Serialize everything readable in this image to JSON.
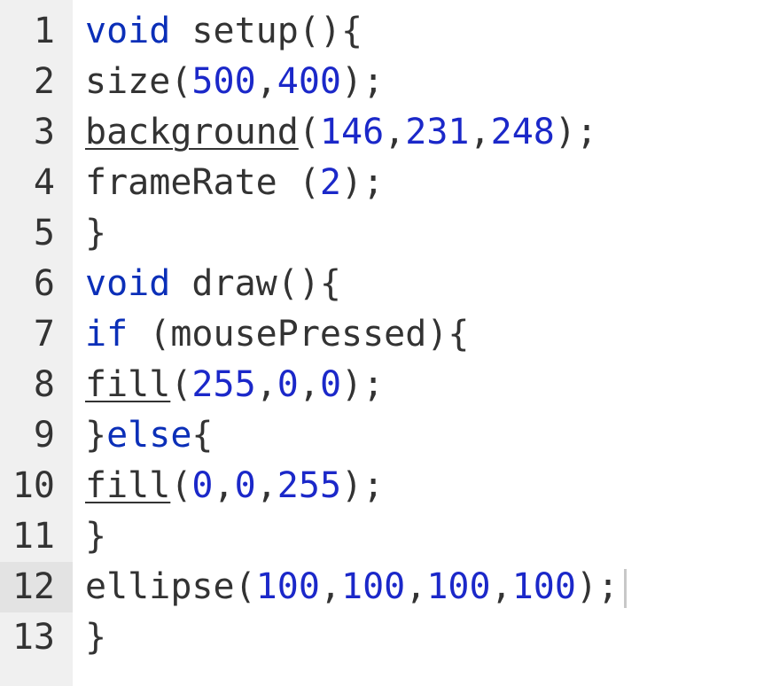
{
  "editor": {
    "lines": [
      {
        "num": "1",
        "tokens": [
          {
            "t": "void",
            "c": "kw"
          },
          {
            "t": " setup(){",
            "c": "plain"
          }
        ]
      },
      {
        "num": "2",
        "tokens": [
          {
            "t": "size(",
            "c": "plain"
          },
          {
            "t": "500",
            "c": "num"
          },
          {
            "t": ",",
            "c": "plain"
          },
          {
            "t": "400",
            "c": "num"
          },
          {
            "t": ");",
            "c": "plain"
          }
        ]
      },
      {
        "num": "3",
        "tokens": [
          {
            "t": "background",
            "c": "fn-link"
          },
          {
            "t": "(",
            "c": "plain"
          },
          {
            "t": "146",
            "c": "num"
          },
          {
            "t": ",",
            "c": "plain"
          },
          {
            "t": "231",
            "c": "num"
          },
          {
            "t": ",",
            "c": "plain"
          },
          {
            "t": "248",
            "c": "num"
          },
          {
            "t": ");",
            "c": "plain"
          }
        ]
      },
      {
        "num": "4",
        "tokens": [
          {
            "t": "frameRate (",
            "c": "plain"
          },
          {
            "t": "2",
            "c": "num"
          },
          {
            "t": ");",
            "c": "plain"
          }
        ]
      },
      {
        "num": "5",
        "tokens": [
          {
            "t": "}",
            "c": "plain"
          }
        ]
      },
      {
        "num": "6",
        "tokens": [
          {
            "t": "void",
            "c": "kw"
          },
          {
            "t": " draw(){",
            "c": "plain"
          }
        ]
      },
      {
        "num": "7",
        "tokens": [
          {
            "t": "if",
            "c": "kw"
          },
          {
            "t": " (mousePressed){",
            "c": "plain"
          }
        ]
      },
      {
        "num": "8",
        "tokens": [
          {
            "t": "fill",
            "c": "fn-link"
          },
          {
            "t": "(",
            "c": "plain"
          },
          {
            "t": "255",
            "c": "num"
          },
          {
            "t": ",",
            "c": "plain"
          },
          {
            "t": "0",
            "c": "num"
          },
          {
            "t": ",",
            "c": "plain"
          },
          {
            "t": "0",
            "c": "num"
          },
          {
            "t": ");",
            "c": "plain"
          }
        ]
      },
      {
        "num": "9",
        "tokens": [
          {
            "t": "}",
            "c": "plain"
          },
          {
            "t": "else",
            "c": "kw"
          },
          {
            "t": "{",
            "c": "plain"
          }
        ]
      },
      {
        "num": "10",
        "tokens": [
          {
            "t": "fill",
            "c": "fn-link"
          },
          {
            "t": "(",
            "c": "plain"
          },
          {
            "t": "0",
            "c": "num"
          },
          {
            "t": ",",
            "c": "plain"
          },
          {
            "t": "0",
            "c": "num"
          },
          {
            "t": ",",
            "c": "plain"
          },
          {
            "t": "255",
            "c": "num"
          },
          {
            "t": ");",
            "c": "plain"
          }
        ]
      },
      {
        "num": "11",
        "tokens": [
          {
            "t": "}",
            "c": "plain"
          }
        ]
      },
      {
        "num": "12",
        "active": true,
        "caret": true,
        "tokens": [
          {
            "t": "ellipse(",
            "c": "plain"
          },
          {
            "t": "100",
            "c": "num"
          },
          {
            "t": ",",
            "c": "plain"
          },
          {
            "t": "100",
            "c": "num"
          },
          {
            "t": ",",
            "c": "plain"
          },
          {
            "t": "100",
            "c": "num"
          },
          {
            "t": ",",
            "c": "plain"
          },
          {
            "t": "100",
            "c": "num"
          },
          {
            "t": ");",
            "c": "plain"
          }
        ]
      },
      {
        "num": "13",
        "tokens": [
          {
            "t": "}",
            "c": "plain"
          }
        ]
      }
    ]
  },
  "colors": {
    "keyword": "#0b2fb8",
    "number": "#1b28c9",
    "text": "#333333",
    "gutter_bg": "#f0f0f0",
    "active_gutter_bg": "#e3e3e3"
  }
}
